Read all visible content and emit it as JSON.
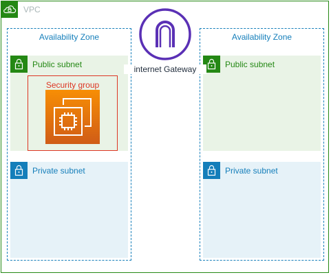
{
  "vpc": {
    "label": "VPC",
    "icon": "cloud-lock-icon",
    "color": "#248814"
  },
  "availability_zones": [
    {
      "label": "Availability Zone",
      "public_subnet": {
        "label": "Public subnet",
        "icon": "lock-icon"
      },
      "private_subnet": {
        "label": "Private subnet",
        "icon": "lock-icon"
      }
    },
    {
      "label": "Availability Zone",
      "public_subnet": {
        "label": "Public subnet",
        "icon": "lock-icon"
      },
      "private_subnet": {
        "label": "Private subnet",
        "icon": "lock-icon"
      }
    }
  ],
  "security_group": {
    "label": "Security group",
    "icon": "ec2-instance-icon"
  },
  "internet_gateway": {
    "label": "internet Gateway",
    "icon": "internet-gateway-icon",
    "color": "#5a30b5"
  },
  "colors": {
    "vpc": "#248814",
    "az": "#147eba",
    "public_subnet_fill": "#e9f3e6",
    "private_subnet_fill": "#e6f2f8",
    "security_group": "#dd3522",
    "ec2_top": "#f78e04",
    "ec2_bottom": "#d05c17"
  }
}
